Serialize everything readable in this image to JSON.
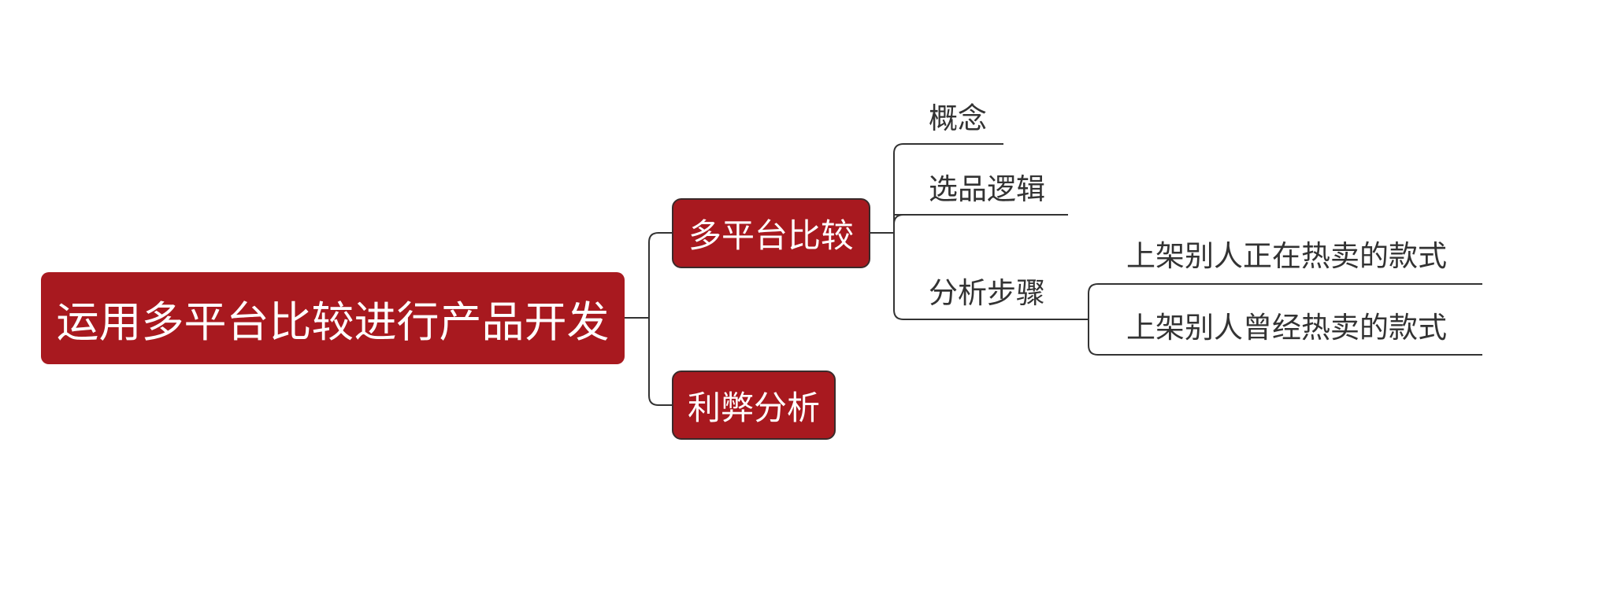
{
  "root": {
    "label": "运用多平台比较进行产品开发"
  },
  "branches": [
    {
      "label": "多平台比较",
      "children": [
        {
          "label": "概念"
        },
        {
          "label": "选品逻辑"
        },
        {
          "label": "分析步骤",
          "children": [
            {
              "label": "上架别人正在热卖的款式"
            },
            {
              "label": "上架别人曾经热卖的款式"
            }
          ]
        }
      ]
    },
    {
      "label": "利弊分析"
    }
  ],
  "colors": {
    "node_fill": "#a8191f",
    "line": "#333333"
  }
}
